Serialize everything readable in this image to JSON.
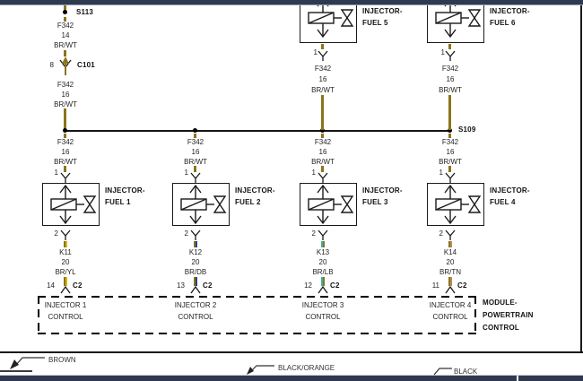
{
  "colors": {
    "wire_brown": "#8b741c",
    "tracer_yellow": "#d8b400",
    "tracer_dark_blue": "#2b3f87",
    "tracer_light_blue": "#35b3a9",
    "tracer_tan": "#b5895a",
    "chrome_bar": "#2f3a4e"
  },
  "feed": {
    "splice_top": "S113",
    "wire_above": {
      "circuit": "F342",
      "gauge": "14",
      "color": "BR/WT"
    },
    "connector": {
      "pin": "8",
      "name": "C101"
    },
    "wire_below": {
      "circuit": "F342",
      "gauge": "16",
      "color": "BR/WT"
    },
    "bus_splice": "S109"
  },
  "top_injectors": [
    {
      "name_line1": "INJECTOR-",
      "name_line2": "FUEL 5",
      "pin": "1",
      "wire": {
        "circuit": "F342",
        "gauge": "16",
        "color": "BR/WT"
      }
    },
    {
      "name_line1": "INJECTOR-",
      "name_line2": "FUEL 6",
      "pin": "1",
      "wire": {
        "circuit": "F342",
        "gauge": "16",
        "color": "BR/WT"
      }
    }
  ],
  "injectors": [
    {
      "name_line1": "INJECTOR-",
      "name_line2": "FUEL 1",
      "pin_top": "1",
      "wire_top": {
        "circuit": "F342",
        "gauge": "16",
        "color": "BR/WT"
      },
      "pin_bottom": "2",
      "wire_ctrl": {
        "circuit": "K11",
        "gauge": "20",
        "color": "BR/YL"
      },
      "c2_pin": "14",
      "connector": "C2",
      "ctrl_line1": "INJECTOR 1",
      "ctrl_line2": "CONTROL"
    },
    {
      "name_line1": "INJECTOR-",
      "name_line2": "FUEL 2",
      "pin_top": "1",
      "wire_top": {
        "circuit": "F342",
        "gauge": "16",
        "color": "BR/WT"
      },
      "pin_bottom": "2",
      "wire_ctrl": {
        "circuit": "K12",
        "gauge": "20",
        "color": "BR/DB"
      },
      "c2_pin": "13",
      "connector": "C2",
      "ctrl_line1": "INJECTOR 2",
      "ctrl_line2": "CONTROL"
    },
    {
      "name_line1": "INJECTOR-",
      "name_line2": "FUEL 3",
      "pin_top": "1",
      "wire_top": {
        "circuit": "F342",
        "gauge": "16",
        "color": "BR/WT"
      },
      "pin_bottom": "2",
      "wire_ctrl": {
        "circuit": "K13",
        "gauge": "20",
        "color": "BR/LB"
      },
      "c2_pin": "12",
      "connector": "C2",
      "ctrl_line1": "INJECTOR 3",
      "ctrl_line2": "CONTROL"
    },
    {
      "name_line1": "INJECTOR-",
      "name_line2": "FUEL 4",
      "pin_top": "1",
      "wire_top": {
        "circuit": "F342",
        "gauge": "16",
        "color": "BR/WT"
      },
      "pin_bottom": "2",
      "wire_ctrl": {
        "circuit": "K14",
        "gauge": "20",
        "color": "BR/TN"
      },
      "c2_pin": "11",
      "connector": "C2",
      "ctrl_line1": "INJECTOR 4",
      "ctrl_line2": "CONTROL"
    }
  ],
  "pcm": {
    "line1": "MODULE-",
    "line2": "POWERTRAIN",
    "line3": "CONTROL"
  },
  "legend": {
    "brown": "BROWN",
    "black_orange": "BLACK/ORANGE",
    "black": "BLACK"
  }
}
